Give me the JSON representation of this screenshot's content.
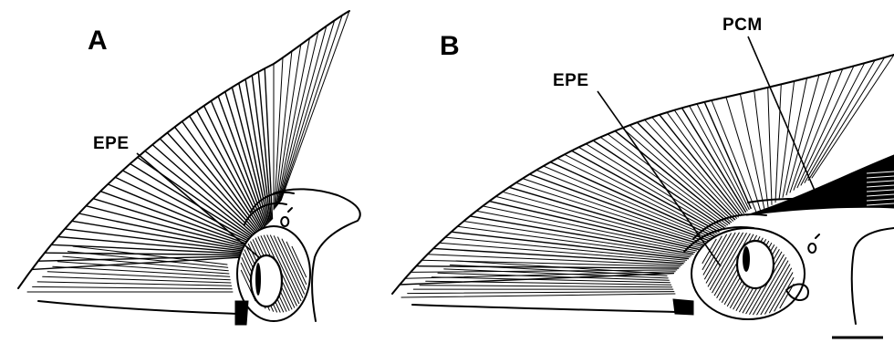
{
  "panels": [
    {
      "letter": "A",
      "labels": [
        "EPE"
      ]
    },
    {
      "letter": "B",
      "labels": [
        "EPE",
        "PCM"
      ]
    }
  ],
  "colors": {
    "ink": "#000000",
    "paper": "#ffffff"
  }
}
